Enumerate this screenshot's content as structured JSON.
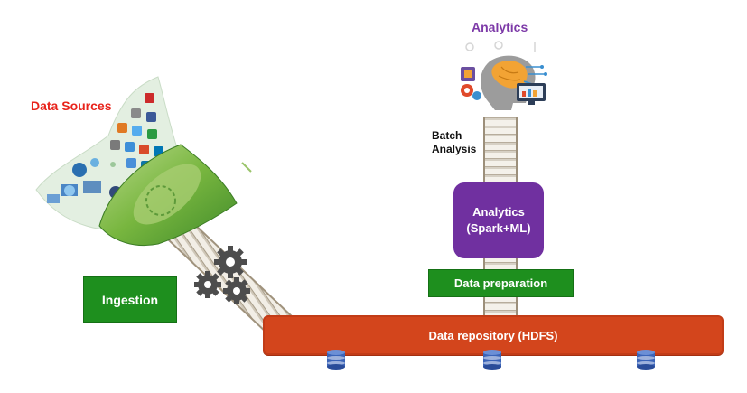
{
  "labels": {
    "data_sources": "Data Sources",
    "analytics_title": "Analytics",
    "batch_analysis_line1": "Batch",
    "batch_analysis_line2": "Analysis"
  },
  "boxes": {
    "ingestion": "Ingestion",
    "analytics_line1": "Analytics",
    "analytics_line2": "(Spark+ML)",
    "data_preparation": "Data preparation",
    "data_repository": "Data repository (HDFS)"
  },
  "colors": {
    "data_sources_label": "#e8231b",
    "analytics_label": "#7d3aa8",
    "green_box": "#1e8f1e",
    "purple_box": "#7030a0",
    "orange_box": "#d3451c",
    "database_icon": "#3a63b8"
  },
  "icons": [
    "funnel-icon",
    "gears-icon",
    "database-icon",
    "analytics-brain-icon",
    "conveyor-belt"
  ]
}
